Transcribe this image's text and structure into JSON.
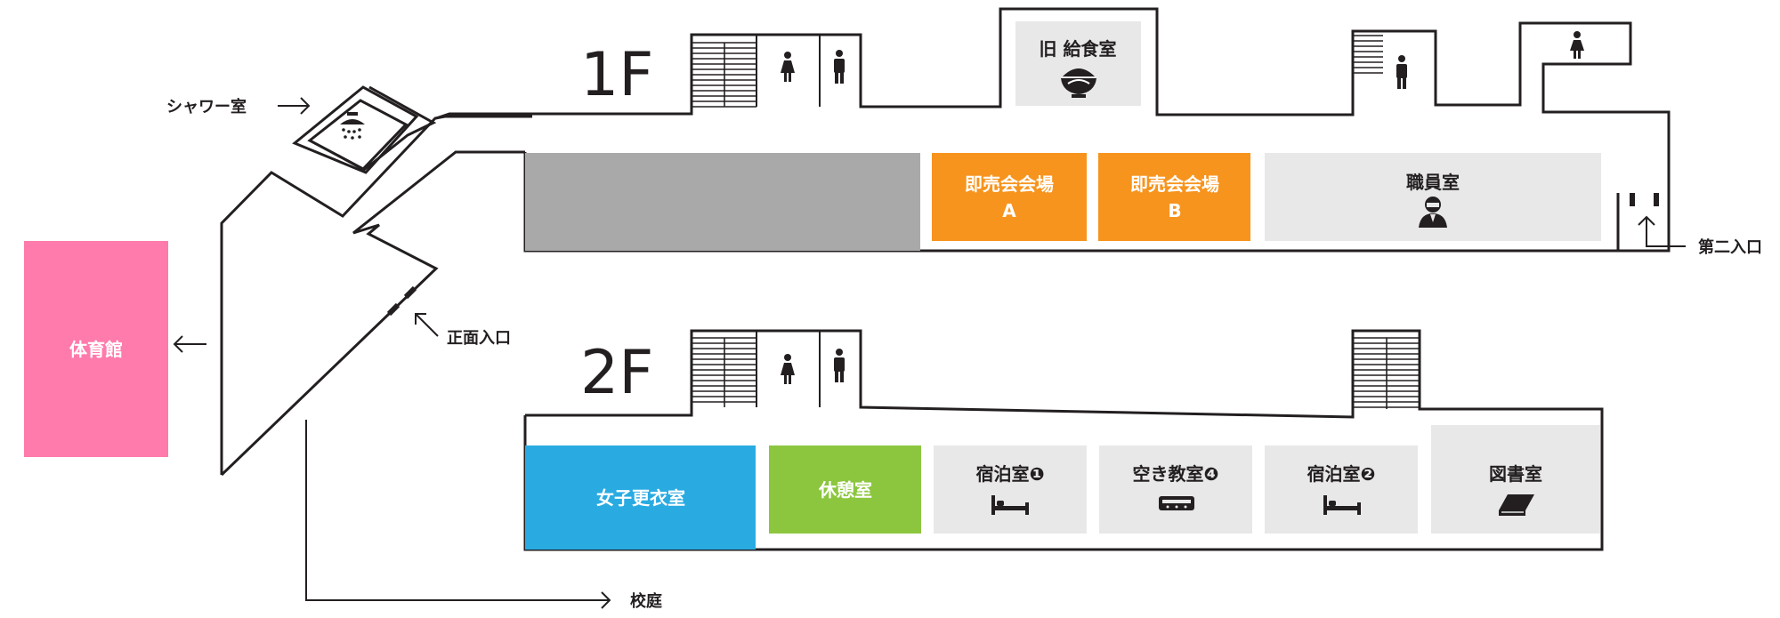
{
  "floors": {
    "first": "1F",
    "second": "2F"
  },
  "rooms_1f": {
    "kyu_kyushoku": "旧 給食室",
    "sokubai_a_line1": "即売会会場",
    "sokubai_a_line2": "A",
    "sokubai_b_line1": "即売会会場",
    "sokubai_b_line2": "B",
    "shokuin": "職員室"
  },
  "rooms_2f": {
    "joshi_koui": "女子更衣室",
    "kyukei": "休憩室",
    "shukuhaku1": "宿泊室❶",
    "aki_kyoshitsu4": "空き教室❹",
    "shukuhaku2": "宿泊室❷",
    "toshoshitsu": "図書室"
  },
  "outside": {
    "taiikukan": "体育館",
    "shower": "シャワー室",
    "shomen_iriguchi": "正面入口",
    "daini_iriguchi": "第二入口",
    "kotei": "校庭"
  },
  "colors": {
    "outline": "#231f20",
    "gray_block": "#a9a9a9",
    "light_room": "#e8e8e8",
    "orange": "#f7941d",
    "pink": "#ff7bac",
    "blue": "#29abe2",
    "green": "#8cc63f"
  },
  "icons": [
    "shower-icon",
    "female-toilet-icon",
    "male-toilet-icon",
    "rice-bowl-icon",
    "staff-person-icon",
    "bed-icon",
    "desk-icon",
    "book-icon",
    "stairs-icon",
    "arrow-icon"
  ]
}
